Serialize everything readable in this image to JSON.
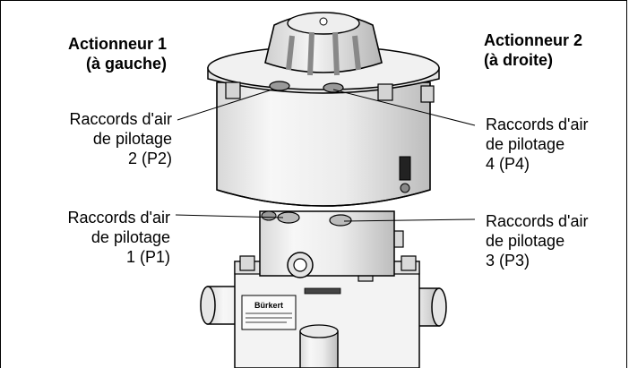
{
  "actuator_left": {
    "title_line1": "Actionneur 1",
    "title_line2": "(à gauche)"
  },
  "actuator_right": {
    "title_line1": "Actionneur 2",
    "title_line2": "(à droite)"
  },
  "labels": {
    "p2": {
      "line1": "Raccords d'air",
      "line2": "de pilotage",
      "line3": "2 (P2)"
    },
    "p4": {
      "line1": "Raccords d'air",
      "line2": "de pilotage",
      "line3": "4 (P4)"
    },
    "p1": {
      "line1": "Raccords d'air",
      "line2": "de pilotage",
      "line3": "1 (P1)"
    },
    "p3": {
      "line1": "Raccords d'air",
      "line2": "de pilotage",
      "line3": "3 (P3)"
    }
  },
  "nameplate": {
    "brand": "Bürkert"
  },
  "colors": {
    "line": "#000000",
    "body_fill": "#f2f2f2",
    "shade": "#cfcfcf",
    "dark": "#555555"
  }
}
